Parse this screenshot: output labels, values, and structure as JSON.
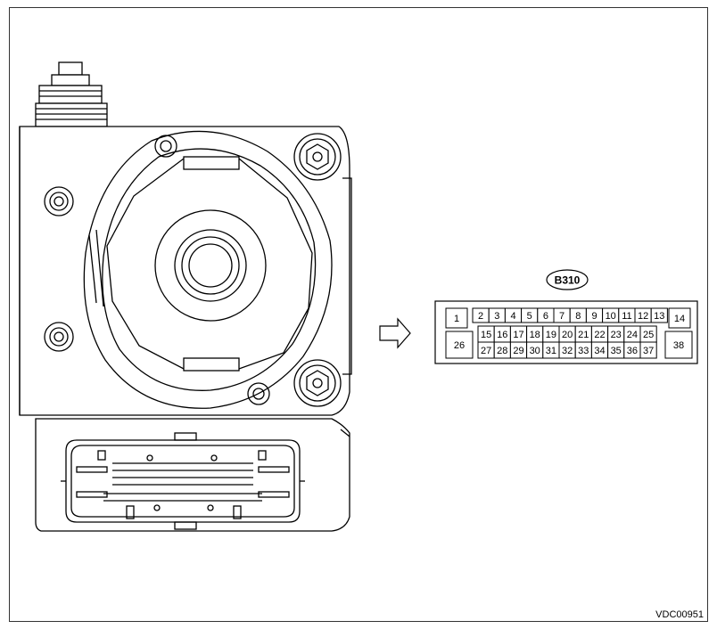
{
  "connector": {
    "label": "B310",
    "top_row": [
      "2",
      "3",
      "4",
      "5",
      "6",
      "7",
      "8",
      "9",
      "10",
      "11",
      "12",
      "13"
    ],
    "middle_row": [
      "15",
      "16",
      "17",
      "18",
      "19",
      "20",
      "21",
      "22",
      "23",
      "24",
      "25"
    ],
    "bottom_row": [
      "27",
      "28",
      "29",
      "30",
      "31",
      "32",
      "33",
      "34",
      "35",
      "36",
      "37"
    ],
    "left_top": "1",
    "left_bottom": "26",
    "right_top": "14",
    "right_bottom": "38"
  },
  "figure_code": "VDC00951"
}
